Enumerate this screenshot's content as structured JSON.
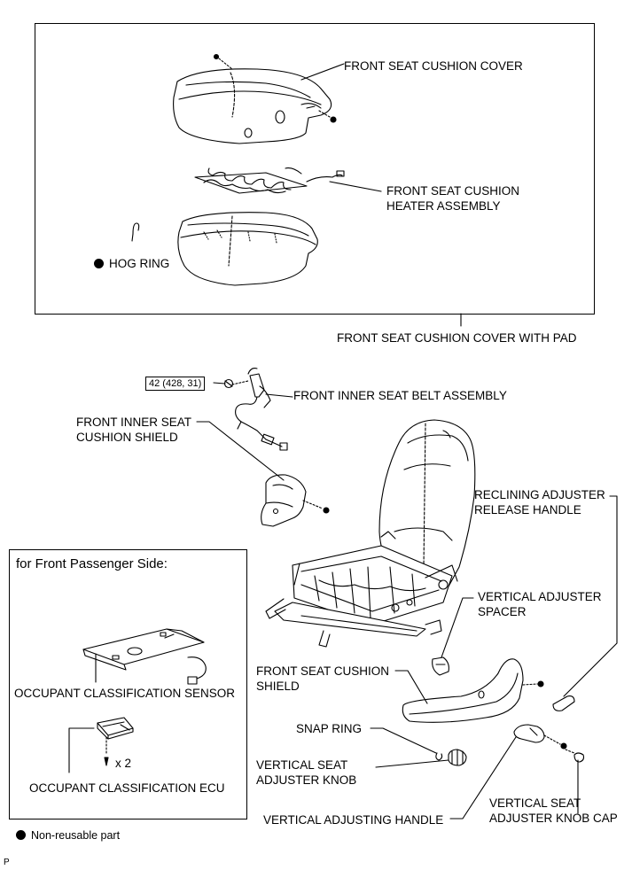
{
  "labels": {
    "cushion_cover": "FRONT SEAT CUSHION COVER",
    "heater_line1": "FRONT SEAT CUSHION",
    "heater_line2": "HEATER ASSEMBLY",
    "hog_ring": "HOG RING",
    "cover_with_pad": "FRONT SEAT CUSHION COVER WITH PAD",
    "torque": "42 (428, 31)",
    "inner_belt": "FRONT INNER SEAT BELT ASSEMBLY",
    "inner_shield_line1": "FRONT INNER SEAT",
    "inner_shield_line2": "CUSHION SHIELD",
    "reclining_line1": "RECLINING ADJUSTER",
    "reclining_line2": "RELEASE HANDLE",
    "passenger_title": "for Front Passenger Side:",
    "vert_spacer_line1": "VERTICAL ADJUSTER",
    "vert_spacer_line2": "SPACER",
    "cushion_shield_line1": "FRONT SEAT CUSHION",
    "cushion_shield_line2": "SHIELD",
    "ocs_sensor": "OCCUPANT CLASSIFICATION SENSOR",
    "snap_ring": "SNAP RING",
    "knob_line1": "VERTICAL SEAT",
    "knob_line2": "ADJUSTER KNOB",
    "qty": "x 2",
    "ocs_ecu": "OCCUPANT CLASSIFICATION ECU",
    "knob_cap_line1": "VERTICAL SEAT",
    "knob_cap_line2": "ADJUSTER KNOB CAP",
    "handle": "VERTICAL ADJUSTING HANDLE",
    "legend": "Non-reusable part",
    "corner": "P"
  }
}
